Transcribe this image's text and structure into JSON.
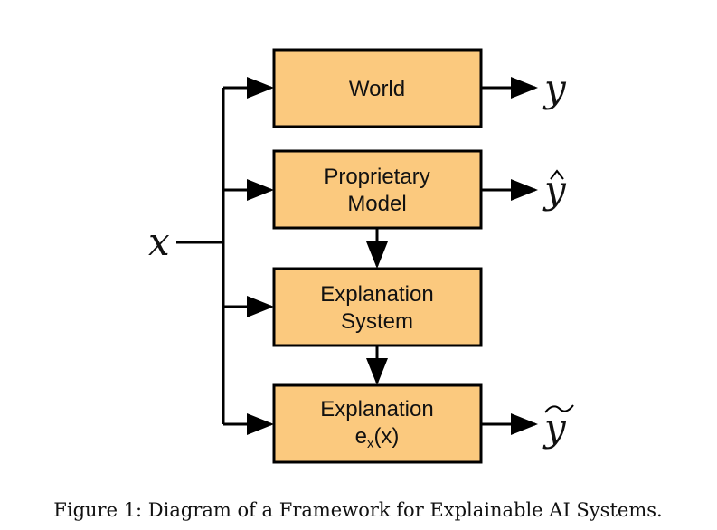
{
  "diagram": {
    "input_label": "x",
    "boxes": {
      "world": {
        "label": "World"
      },
      "proprietary_model": {
        "line1": "Proprietary",
        "line2": "Model"
      },
      "explanation_system": {
        "line1": "Explanation",
        "line2": "System"
      },
      "explanation_output": {
        "line1": "Explanation",
        "line2_base": "e",
        "line2_sub": "x",
        "line2_tail": "(x)"
      }
    },
    "outputs": {
      "world": "y",
      "proprietary_model": "y",
      "explanation_output": "y"
    },
    "colors": {
      "box_fill": "#FBC97E",
      "stroke": "#000000"
    }
  },
  "caption": "Figure 1: Diagram of a Framework for Explainable AI Systems."
}
